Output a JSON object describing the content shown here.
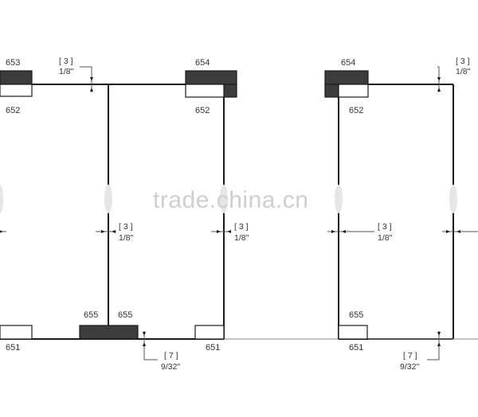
{
  "watermark": "trade.china.cn",
  "colors": {
    "line": "#1a1a1a",
    "dark_fitting": "#3c3c3c",
    "light_fitting": "#ffffff",
    "leader": "#555555",
    "text": "#333333",
    "watermark": "#cfcfcf"
  },
  "parts": {
    "p651": "651",
    "p652": "652",
    "p653": "653",
    "p654": "654",
    "p655": "655"
  },
  "dimensions": {
    "d3_mm": "[ 3 ]",
    "d3_in": "1/8\"",
    "d7_mm": "[ 7 ]",
    "d7_in": "9/32\""
  }
}
